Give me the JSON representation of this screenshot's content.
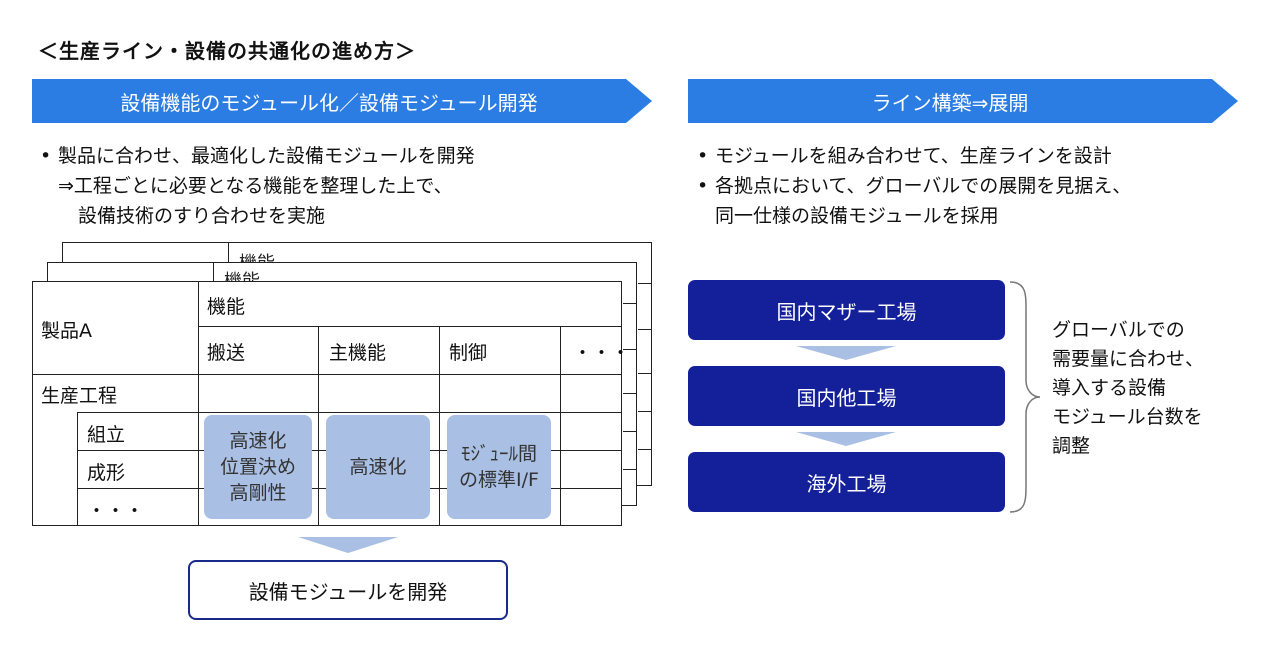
{
  "title": "＜生産ライン・設備の共通化の進め方＞",
  "left": {
    "banner": "設備機能のモジュール化／設備モジュール開発",
    "bullets": {
      "line1": "製品に合わせ、最適化した設備モジュールを開発",
      "line2": "⇒工程ごとに必要となる機能を整理した上で、",
      "line3": "設備技術のすり合わせを実施"
    },
    "table": {
      "back_label_1": "機能",
      "back_label_2": "機能",
      "product": "製品A",
      "function_header": "機能",
      "functions": [
        "搬送",
        "主機能",
        "制御",
        "・・・"
      ],
      "process_header": "生産工程",
      "processes": [
        "組立",
        "成形",
        "・・・"
      ],
      "modules": [
        {
          "lines": [
            "高速化",
            "位置決め",
            "高剛性"
          ]
        },
        {
          "lines": [
            "高速化"
          ]
        },
        {
          "lines": [
            "ﾓｼﾞｭｰﾙ間",
            "の標準I/F"
          ]
        }
      ]
    },
    "result": "設備モジュールを開発"
  },
  "right": {
    "banner": "ライン構築⇒展開",
    "bullets": {
      "line1": "モジュールを組み合わせて、生産ラインを設計",
      "line2": "各拠点において、グローバルでの展開を見据え、",
      "line3": "同一仕様の設備モジュールを採用"
    },
    "factories": [
      "国内マザー工場",
      "国内他工場",
      "海外工場"
    ],
    "note": [
      "グローバルでの",
      "需要量に合わせ、",
      "導入する設備",
      "モジュール台数を",
      "調整"
    ]
  },
  "colors": {
    "banner": "#2b7de3",
    "factory": "#14209a",
    "module": "#a9bfe3",
    "result_border": "#1a2a8c"
  }
}
